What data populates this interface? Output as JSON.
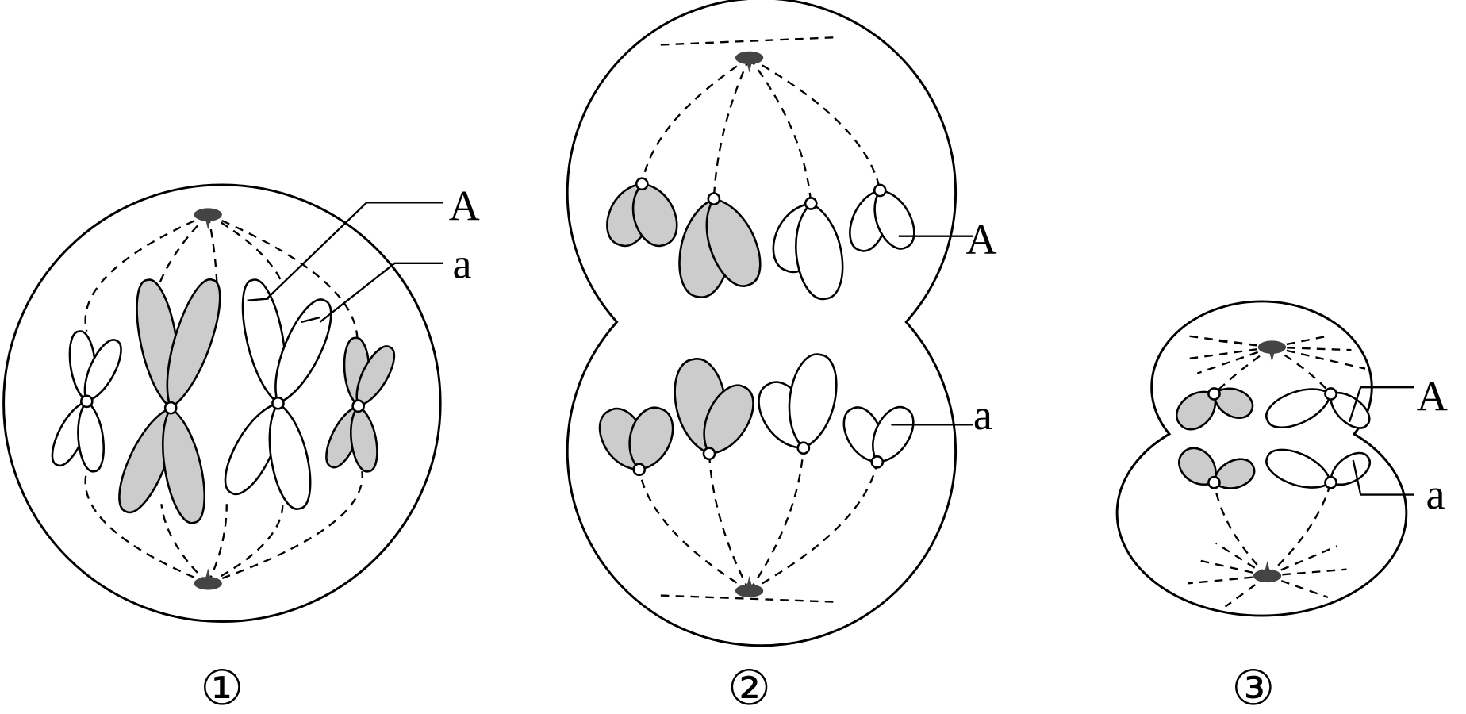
{
  "figure": {
    "cells": [
      {
        "id": "cell-1",
        "caption": "①",
        "allele_labels": [
          "A",
          "a"
        ]
      },
      {
        "id": "cell-2",
        "caption": "②",
        "allele_labels": [
          "A",
          "a"
        ]
      },
      {
        "id": "cell-3",
        "caption": "③",
        "allele_labels": [
          "A",
          "a"
        ]
      }
    ],
    "colors": {
      "homolog_gray": "#cccccc",
      "centrosome": "#444444",
      "outline": "#000000"
    }
  }
}
